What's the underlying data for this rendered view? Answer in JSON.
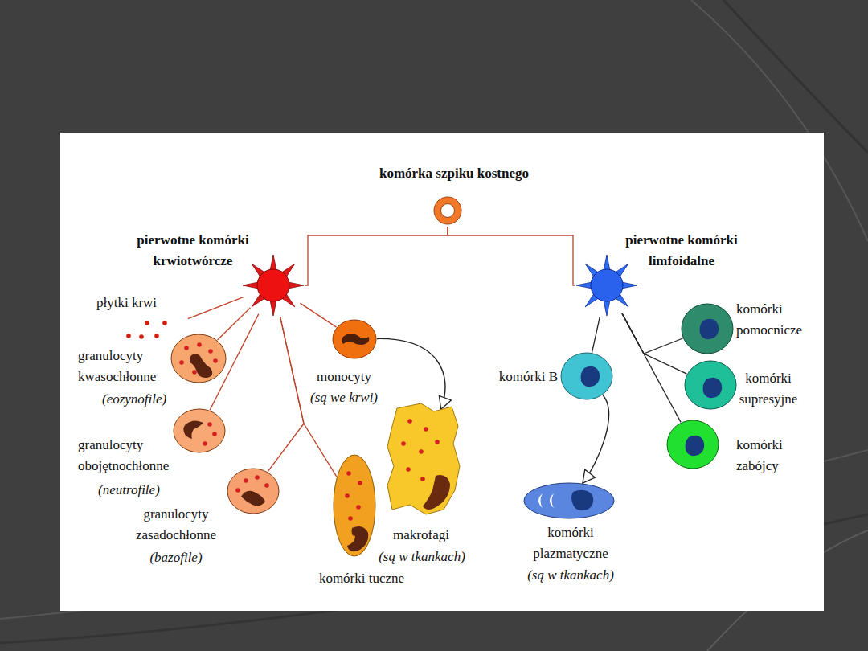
{
  "diagram": {
    "nodes": [
      {
        "text": [
          "komórka szpiku kostnego"
        ]
      },
      {
        "text": [
          "pierwotne komórki krwiotwórcze"
        ]
      },
      {
        "text": [
          "pierwotne komórki limfoidalne"
        ]
      },
      {
        "text": [
          "płytki krwi"
        ]
      },
      {
        "text": [
          "granulocyty kwasochłonne",
          "(eozynofile)"
        ]
      },
      {
        "text": [
          "monocyty",
          "(są we krwi)"
        ]
      },
      {
        "text": [
          "granulocyty obojętnochłonne",
          "(neutrofile)"
        ]
      },
      {
        "text": [
          "granulocyty zasadochłonne",
          "(bazofile)"
        ]
      },
      {
        "text": [
          "komórki tuczne"
        ]
      },
      {
        "text": [
          "makrofagi",
          "(są w tkankach)"
        ]
      },
      {
        "text": [
          "komórki B"
        ]
      },
      {
        "text": [
          "komórki plazmatyczne",
          "(są w tkankach)"
        ]
      },
      {
        "text": [
          "komórki pomocnicze"
        ]
      },
      {
        "text": [
          "komórki supresyjne"
        ]
      },
      {
        "text": [
          "komórki zabójcy"
        ]
      }
    ],
    "edges": [
      {
        "from": 0,
        "to": 1,
        "arrow": "none"
      },
      {
        "from": 0,
        "to": 2,
        "arrow": "none"
      },
      {
        "from": 1,
        "to": 3,
        "arrow": "none"
      },
      {
        "from": 1,
        "to": 4,
        "arrow": "none"
      },
      {
        "from": 1,
        "to": 5,
        "arrow": "none"
      },
      {
        "from": 1,
        "to": 6,
        "arrow": "none"
      },
      {
        "from": 1,
        "to": 7,
        "arrow": "none"
      },
      {
        "from": 1,
        "to": 8,
        "arrow": "none"
      },
      {
        "from": 5,
        "to": 9,
        "arrow": "to"
      },
      {
        "from": 2,
        "to": 10,
        "arrow": "none"
      },
      {
        "from": 2,
        "to": 12,
        "arrow": "none"
      },
      {
        "from": 2,
        "to": 13,
        "arrow": "none"
      },
      {
        "from": 2,
        "to": 14,
        "arrow": "none"
      },
      {
        "from": 10,
        "to": 11,
        "arrow": "to"
      }
    ]
  }
}
